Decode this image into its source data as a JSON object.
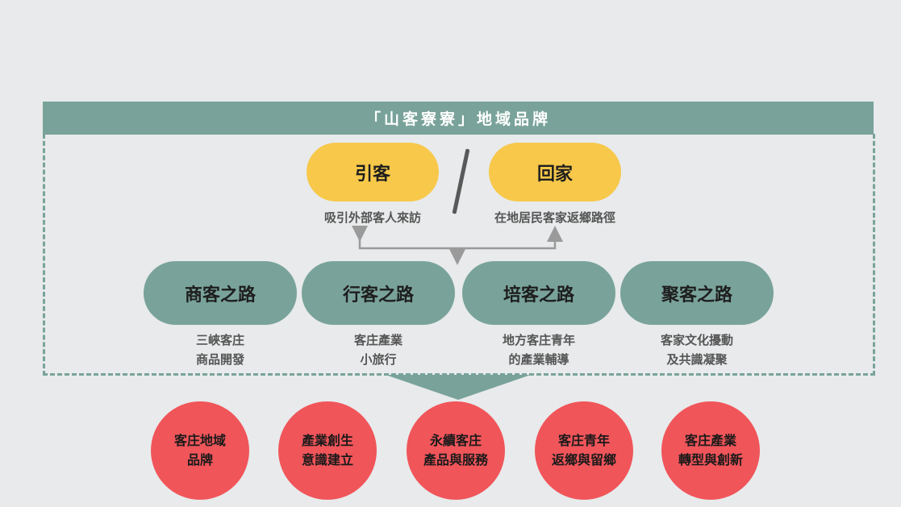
{
  "brand_banner": "「山客寮寮」地域品牌",
  "top": [
    {
      "label": "引客",
      "desc": "吸引外部客人來訪"
    },
    {
      "label": "回家",
      "desc": "在地居民客家返鄉路徑"
    }
  ],
  "roads": [
    {
      "label": "商客之路",
      "desc_1": "三峽客庄",
      "desc_2": "商品開發"
    },
    {
      "label": "行客之路",
      "desc_1": "客庄產業",
      "desc_2": "小旅行"
    },
    {
      "label": "培客之路",
      "desc_1": "地方客庄青年",
      "desc_2": "的產業輔導"
    },
    {
      "label": "聚客之路",
      "desc_1": "客家文化擾動",
      "desc_2": "及共識凝聚"
    }
  ],
  "outcomes": [
    {
      "line_1": "客庄地域",
      "line_2": "品牌"
    },
    {
      "line_1": "產業創生",
      "line_2": "意識建立"
    },
    {
      "line_1": "永續客庄",
      "line_2": "產品與服務"
    },
    {
      "line_1": "客庄青年",
      "line_2": "返鄉與留鄉"
    },
    {
      "line_1": "客庄產業",
      "line_2": "轉型與創新"
    }
  ],
  "colors": {
    "background": "#e8eaeb",
    "teal": "#79a39a",
    "yellow": "#f7c84a",
    "red": "#f0555a",
    "connector": "#9a9a9a"
  }
}
